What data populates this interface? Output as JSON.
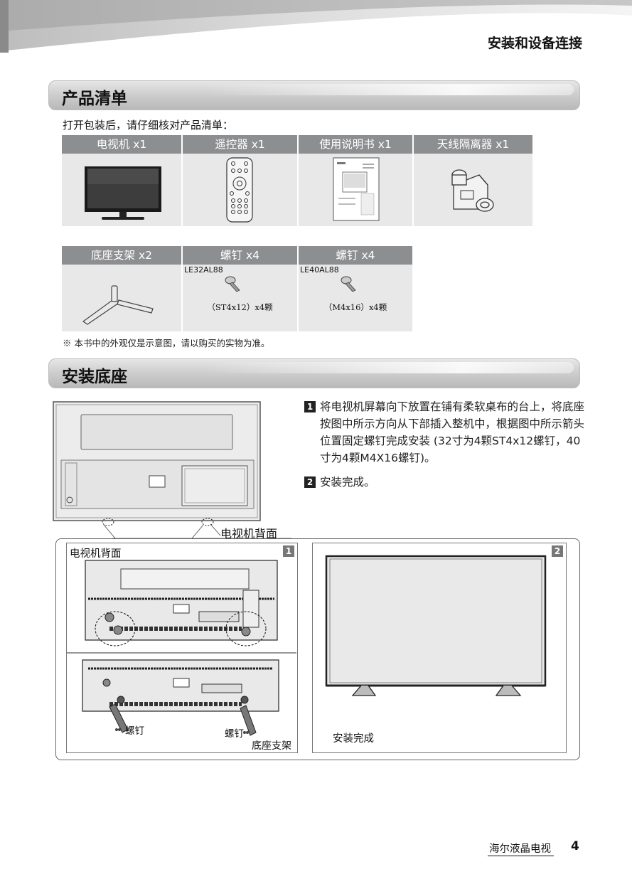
{
  "header": {
    "chapter_title": "安装和设备连接"
  },
  "section1": {
    "title": "产品清单",
    "intro": "打开包装后，请仔细核对产品清单：",
    "row1": [
      {
        "label": "电视机 x1",
        "icon": "tv-image"
      },
      {
        "label": "遥控器 x1",
        "icon": "remote-control-image"
      },
      {
        "label": "使用说明书 x1",
        "icon": "manual-image"
      },
      {
        "label": "天线隔离器 x1",
        "icon": "antenna-isolator-image"
      }
    ],
    "row2": [
      {
        "label": "底座支架 x2",
        "icon": "stand-image"
      },
      {
        "label": "螺钉 x4",
        "model": "LE32AL88",
        "spec": "（ST4x12）x4颗",
        "icon": "screw-image"
      },
      {
        "label": "螺钉 x4",
        "model": "LE40AL88",
        "spec": "（M4x16）x4颗",
        "icon": "screw-image"
      }
    ],
    "note": "※  本书中的外观仅是示意图，请以购买的实物为准。"
  },
  "section2": {
    "title": "安装底座",
    "step1_num": "1",
    "step1_text": "将电视机屏幕向下放置在铺有柔软桌布的台上，将底座按图中所示方向从下部插入整机中，根据图中所示箭头位置固定螺钉完成安装 (32寸为4颗ST4x12螺钉，40寸为4颗M4X16螺钉)。",
    "step2_num": "2",
    "step2_text": "安装完成。",
    "callout_back": "电视机背面",
    "panel1_num": "1",
    "panel1_title": "电视机背面",
    "screw_label_left": "螺钉",
    "screw_label_right": "螺钉",
    "stand_label": "底座支架",
    "panel2_num": "2",
    "panel2_caption": "安装完成"
  },
  "footer": {
    "brand": "海尔液晶电视",
    "page": "4"
  }
}
